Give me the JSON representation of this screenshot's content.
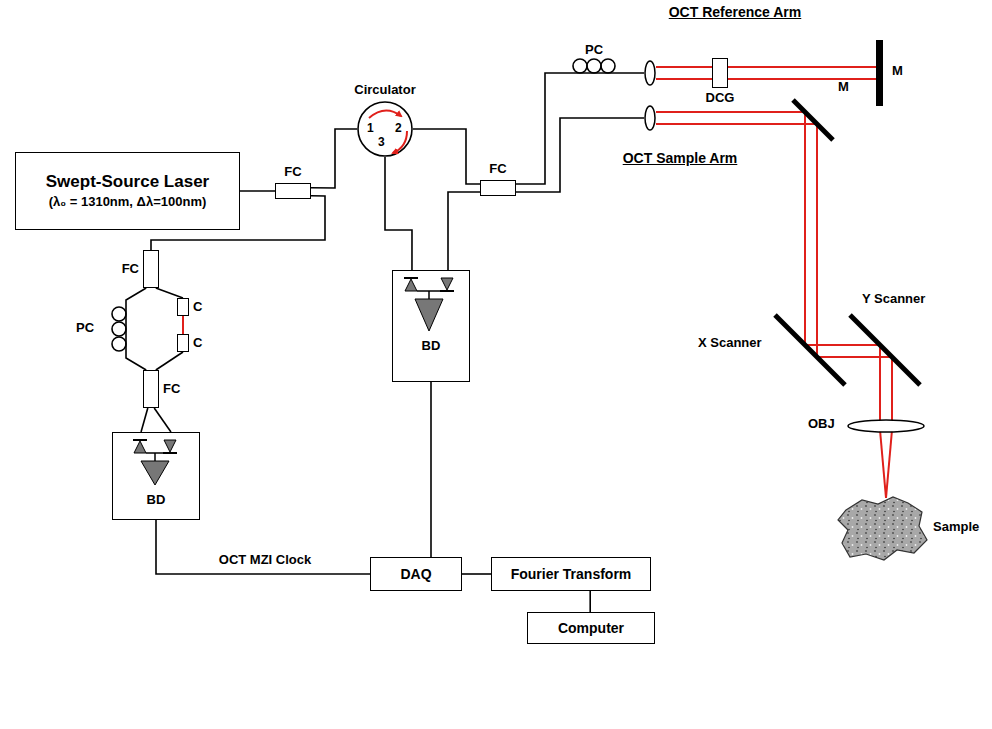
{
  "diagram": {
    "nodes": [
      {
        "text": [
          "Swept-Source Laser",
          "(λ₀ = 1310nm, Δλ=100nm)"
        ]
      },
      {
        "text": [
          "FC"
        ]
      },
      {
        "text": [
          "Circulator",
          "1",
          "2",
          "3"
        ]
      },
      {
        "text": [
          "FC"
        ]
      },
      {
        "text": [
          "FC"
        ]
      },
      {
        "text": [
          "C"
        ]
      },
      {
        "text": [
          "C"
        ]
      },
      {
        "text": [
          "FC"
        ]
      },
      {
        "text": [
          "BD"
        ]
      },
      {
        "text": [
          "BD"
        ]
      },
      {
        "text": [
          "DAQ"
        ]
      },
      {
        "text": [
          "Fourier Transform"
        ]
      },
      {
        "text": [
          "Computer"
        ]
      },
      {
        "text": [
          "DCG"
        ]
      }
    ],
    "edges": [
      {
        "from": 0,
        "to": 1,
        "arrow": "none"
      },
      {
        "from": 1,
        "to": 2,
        "arrow": "none"
      },
      {
        "from": 1,
        "to": 4,
        "arrow": "none"
      },
      {
        "from": 2,
        "to": 3,
        "arrow": "none"
      },
      {
        "from": 3,
        "to": 9,
        "arrow": "none"
      },
      {
        "from": 2,
        "to": 9,
        "arrow": "none"
      },
      {
        "from": 3,
        "to": 13,
        "arrow": "none"
      },
      {
        "from": 4,
        "to": 5,
        "arrow": "none"
      },
      {
        "from": 5,
        "to": 6,
        "arrow": "none"
      },
      {
        "from": 6,
        "to": 7,
        "arrow": "none"
      },
      {
        "from": 4,
        "to": 7,
        "arrow": "none"
      },
      {
        "from": 7,
        "to": 8,
        "arrow": "none"
      },
      {
        "from": 7,
        "to": 8,
        "arrow": "none"
      },
      {
        "from": 8,
        "to": 10,
        "label": "OCT MZI Clock",
        "arrow": "none"
      },
      {
        "from": 9,
        "to": 10,
        "arrow": "none"
      },
      {
        "from": 10,
        "to": 11,
        "arrow": "none"
      },
      {
        "from": 11,
        "to": 12,
        "arrow": "none"
      }
    ],
    "labels": [
      "OCT Reference Arm",
      "PC",
      "M",
      "OCT Sample Arm",
      "M",
      "X Scanner",
      "Y Scanner",
      "OBJ",
      "Sample",
      "PC"
    ]
  }
}
